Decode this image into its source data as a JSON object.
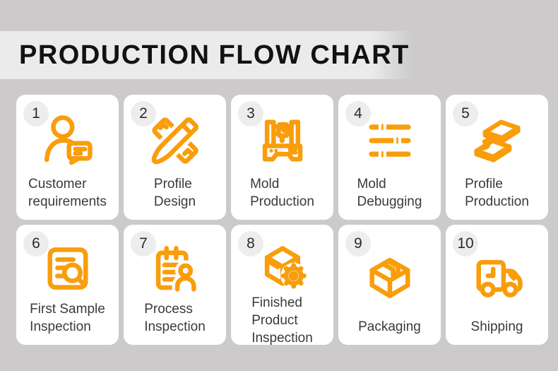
{
  "header": {
    "title": "PRODUCTION FLOW CHART"
  },
  "colors": {
    "background": "#cccacb",
    "title_band": "#ebebeb",
    "title_text": "#121212",
    "card_bg": "#ffffff",
    "accent": "#F99D0B",
    "badge_bg": "#ededed",
    "badge_text": "#2b2b2b",
    "label_text": "#3a3a3a"
  },
  "steps": [
    {
      "number": "1",
      "label_lines": [
        "Customer",
        "requirements"
      ],
      "icon": "person-message-icon"
    },
    {
      "number": "2",
      "label_lines": [
        "Profile",
        "Design"
      ],
      "icon": "pen-design-icon"
    },
    {
      "number": "3",
      "label_lines": [
        "Mold",
        "Production"
      ],
      "icon": "milling-machine-icon"
    },
    {
      "number": "4",
      "label_lines": [
        "Mold",
        "Debugging"
      ],
      "icon": "sliders-icon"
    },
    {
      "number": "5",
      "label_lines": [
        "Profile",
        "Production"
      ],
      "icon": "aluminum-profile-icon"
    },
    {
      "number": "6",
      "label_lines": [
        "First Sample",
        "Inspection"
      ],
      "icon": "document-magnifier-icon"
    },
    {
      "number": "7",
      "label_lines": [
        "Process",
        "Inspection"
      ],
      "icon": "clipboard-person-icon"
    },
    {
      "number": "8",
      "label_lines": [
        "Finished",
        "Product",
        "Inspection"
      ],
      "icon": "box-gear-icon"
    },
    {
      "number": "9",
      "label_lines": [
        "Packaging"
      ],
      "icon": "package-box-icon"
    },
    {
      "number": "10",
      "label_lines": [
        "Shipping"
      ],
      "icon": "delivery-truck-icon"
    }
  ]
}
